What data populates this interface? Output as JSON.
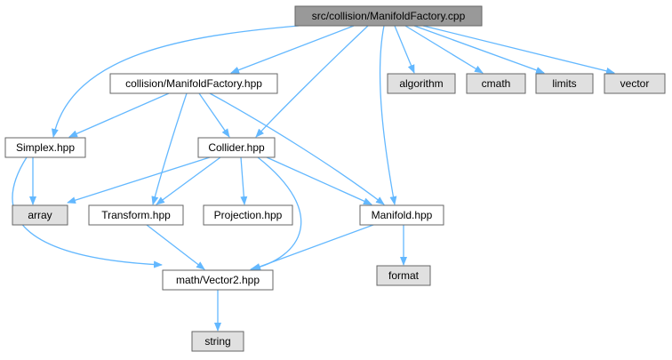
{
  "colors": {
    "root_fill": "#999999",
    "internal_fill": "#ffffff",
    "external_fill": "#e0e0e0",
    "border": "#666666",
    "edge": "#63b8ff"
  },
  "nodes": {
    "root": {
      "label": "src/collision/ManifoldFactory.cpp",
      "kind": "root"
    },
    "manifoldfactory_hpp": {
      "label": "collision/ManifoldFactory.hpp",
      "kind": "internal"
    },
    "algorithm": {
      "label": "algorithm",
      "kind": "external"
    },
    "cmath": {
      "label": "cmath",
      "kind": "external"
    },
    "limits": {
      "label": "limits",
      "kind": "external"
    },
    "vector": {
      "label": "vector",
      "kind": "external"
    },
    "simplex": {
      "label": "Simplex.hpp",
      "kind": "internal"
    },
    "collider": {
      "label": "Collider.hpp",
      "kind": "internal"
    },
    "array": {
      "label": "array",
      "kind": "external"
    },
    "transform": {
      "label": "Transform.hpp",
      "kind": "internal"
    },
    "projection": {
      "label": "Projection.hpp",
      "kind": "internal"
    },
    "manifold": {
      "label": "Manifold.hpp",
      "kind": "internal"
    },
    "vector2": {
      "label": "math/Vector2.hpp",
      "kind": "internal"
    },
    "format": {
      "label": "format",
      "kind": "external"
    },
    "string": {
      "label": "string",
      "kind": "external"
    }
  },
  "edges": [
    [
      "root",
      "manifoldfactory_hpp"
    ],
    [
      "root",
      "simplex"
    ],
    [
      "root",
      "collider"
    ],
    [
      "root",
      "manifold"
    ],
    [
      "root",
      "algorithm"
    ],
    [
      "root",
      "cmath"
    ],
    [
      "root",
      "limits"
    ],
    [
      "root",
      "vector"
    ],
    [
      "manifoldfactory_hpp",
      "simplex"
    ],
    [
      "manifoldfactory_hpp",
      "collider"
    ],
    [
      "manifoldfactory_hpp",
      "transform"
    ],
    [
      "manifoldfactory_hpp",
      "manifold"
    ],
    [
      "simplex",
      "array"
    ],
    [
      "simplex",
      "vector2"
    ],
    [
      "collider",
      "array"
    ],
    [
      "collider",
      "transform"
    ],
    [
      "collider",
      "projection"
    ],
    [
      "collider",
      "manifold"
    ],
    [
      "collider",
      "vector2"
    ],
    [
      "transform",
      "vector2"
    ],
    [
      "manifold",
      "vector2"
    ],
    [
      "manifold",
      "format"
    ],
    [
      "vector2",
      "string"
    ]
  ]
}
